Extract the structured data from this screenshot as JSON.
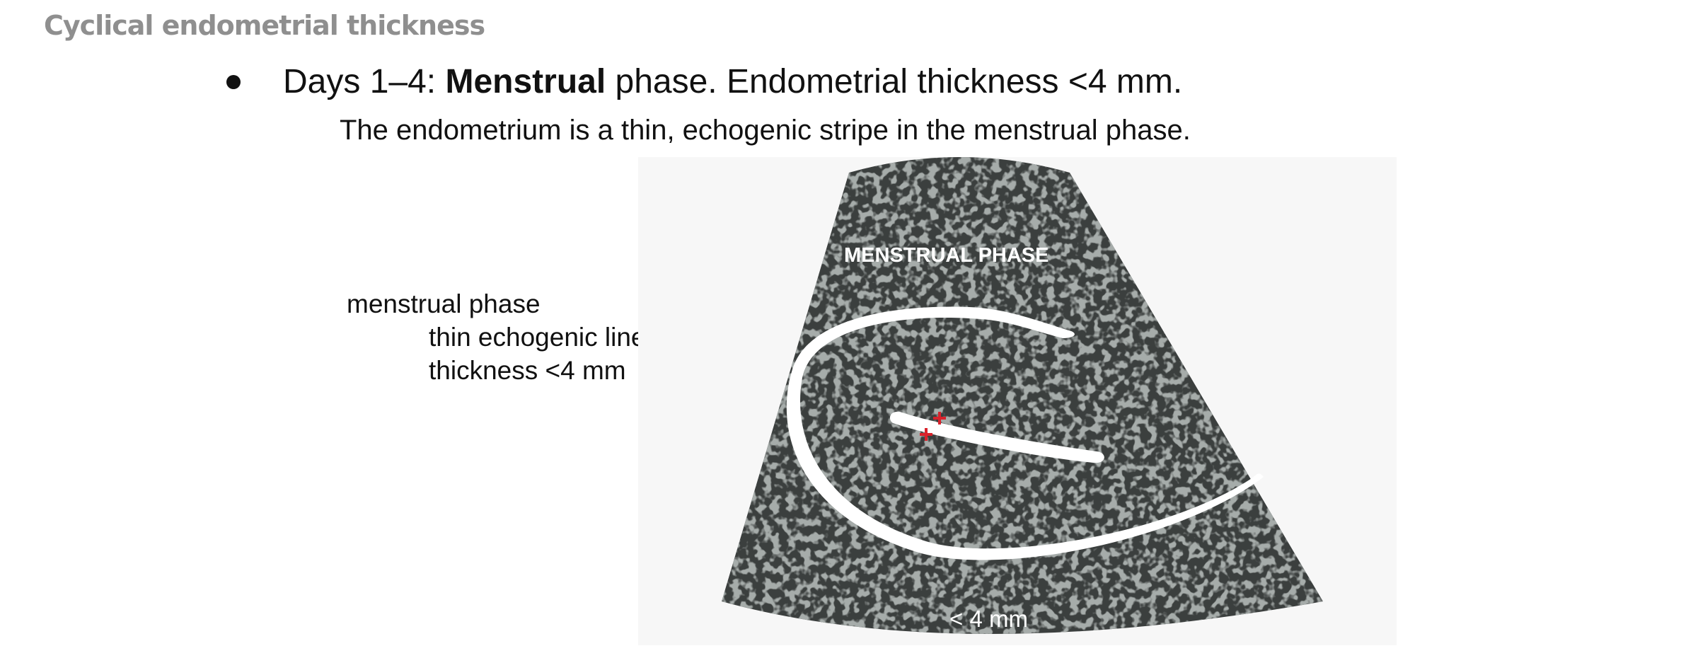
{
  "page": {
    "title": "Cyclical endometrial thickness"
  },
  "bullet": {
    "prefix": "Days 1–4: ",
    "bold": "Menstrual",
    "suffix": " phase. Endometrial thickness <4 mm.",
    "description": "The endometrium is a thin, echogenic stripe in the menstrual phase."
  },
  "notes": {
    "heading": "menstrual phase",
    "line1": "thin echogenic line",
    "line2": "thickness <4 mm"
  },
  "figure": {
    "label": "MENSTRUAL PHASE",
    "measurement": "< 4 mm",
    "colors": {
      "background": "#3b3f3e",
      "stripe": "#ffffff",
      "caliper": "#d9222b",
      "panel": "#f7f7f7"
    }
  }
}
